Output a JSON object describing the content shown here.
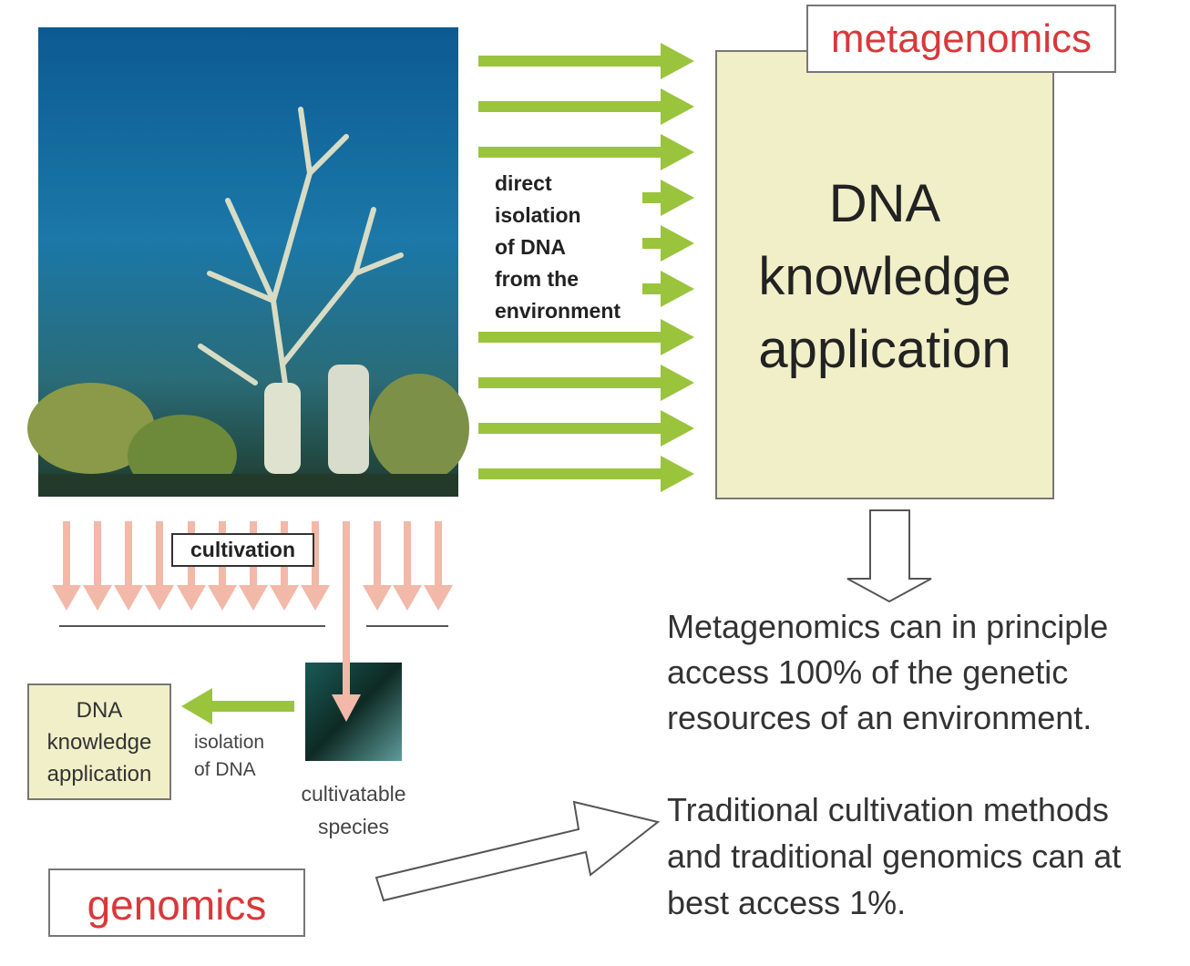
{
  "metagenomics_label": "metagenomics",
  "big_box": {
    "line1": "DNA",
    "line2": "knowledge",
    "line3": "application"
  },
  "direct_isolation": [
    "direct",
    "isolation",
    "of DNA",
    "from the",
    "environment"
  ],
  "cultivation_label": "cultivation",
  "small_box": {
    "line1": "DNA",
    "line2": "knowledge",
    "line3": "application"
  },
  "isolation_of_dna": [
    "isolation",
    "of DNA"
  ],
  "cultivatable_species": [
    "cultivatable",
    "species"
  ],
  "genomics_label": "genomics",
  "metagenomics_text": [
    "Metagenomics can in principle",
    "access 100% of the genetic",
    "resources of an environment."
  ],
  "traditional_text": [
    "Traditional cultivation methods",
    "and traditional genomics can at",
    "best access 1%."
  ],
  "colors": {
    "green_arrow": "#9ac43c",
    "pink_arrow": "#f2b8a8",
    "box_fill": "#f0efc8",
    "label_red": "#d9383a"
  }
}
